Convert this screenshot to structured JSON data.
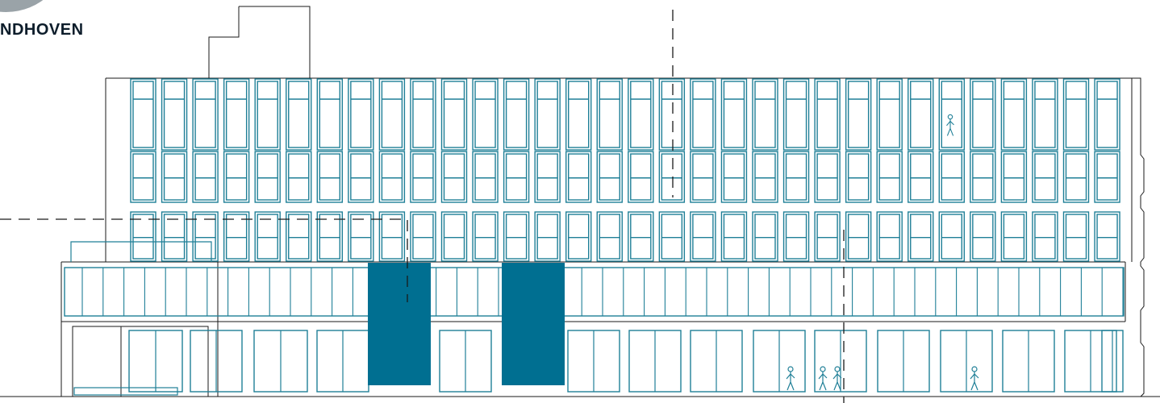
{
  "header": {
    "city_label": "NDHOVEN"
  },
  "colors": {
    "line": "#1a1a1a",
    "window": "#1f7f97",
    "accent_panel": "#006f91",
    "badge": "#9aa3a8"
  },
  "facade": {
    "upper_floor_count": 3,
    "upper_window_count": 32,
    "shopfront_bay_count": 15,
    "accent_panel_count": 2,
    "section_line_count": 3,
    "figure_count": 5
  }
}
